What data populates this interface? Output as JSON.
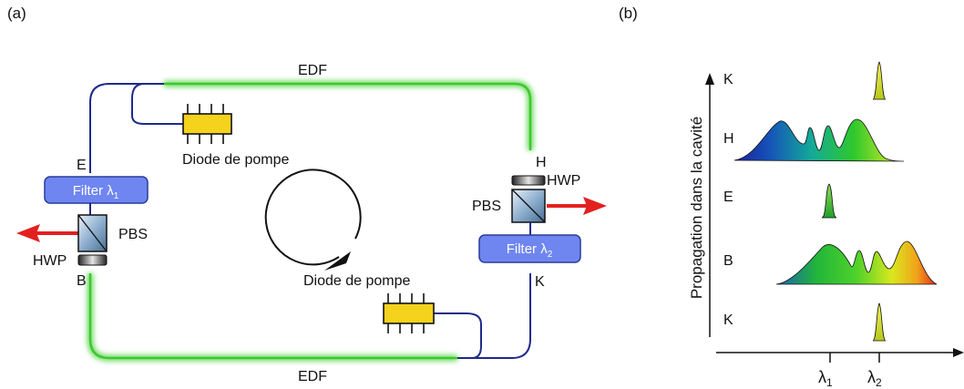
{
  "panel_a": {
    "label": "(a)",
    "edf_top": "EDF",
    "edf_bottom": "EDF",
    "pump_top": "Diode de pompe",
    "pump_bottom": "Diode de pompe",
    "filter_left": "Filter λ",
    "filter_left_sub": "1",
    "filter_right": "Filter λ",
    "filter_right_sub": "2",
    "pbs_left": "PBS",
    "pbs_right": "PBS",
    "hwp_left": "HWP",
    "hwp_right": "HWP",
    "point_E": "E",
    "point_B": "B",
    "point_H": "H",
    "point_K": "K"
  },
  "panel_b": {
    "label": "(b)",
    "axis_label": "Propagation dans la cavité",
    "rows": [
      "K",
      "H",
      "E",
      "B",
      "K"
    ],
    "lambda1": "λ",
    "lambda1_sub": "1",
    "lambda2": "λ",
    "lambda2_sub": "2"
  },
  "colors": {
    "fiber_passive": "#1f2a8a",
    "fiber_edf": "#4fd23f",
    "filter_fill": "#6f86f0",
    "pump_fill": "#f5d21c",
    "output_arrow": "#e32020"
  }
}
